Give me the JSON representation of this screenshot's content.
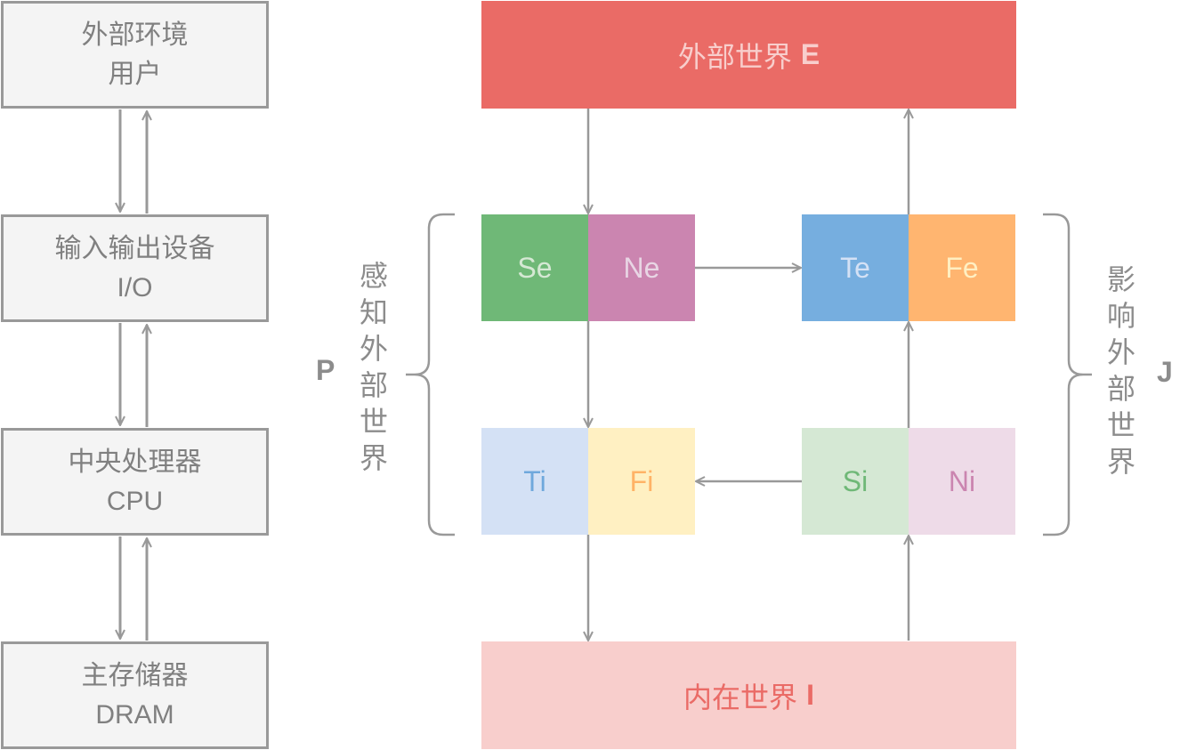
{
  "left_stack": {
    "boxes": [
      {
        "line1": "外部环境",
        "line2": "用户"
      },
      {
        "line1": "输入输出设备",
        "line2": "I/O"
      },
      {
        "line1": "中央处理器",
        "line2": "CPU"
      },
      {
        "line1": "主存储器",
        "line2": "DRAM"
      }
    ]
  },
  "outer_world": {
    "label": "外部世界",
    "letter": "E",
    "color": "#ea6b66",
    "text_color": "#f8cecc"
  },
  "inner_world": {
    "label": "内在世界",
    "letter": "I",
    "color": "#f8cecc",
    "text_color": "#ea6b66"
  },
  "functions": {
    "Se": {
      "label": "Se",
      "bg": "#6fb877",
      "fg": "#d5e8d4"
    },
    "Ne": {
      "label": "Ne",
      "bg": "#cb85b0",
      "fg": "#e8d5e4"
    },
    "Te": {
      "label": "Te",
      "bg": "#76aedf",
      "fg": "#d4e1f5"
    },
    "Fe": {
      "label": "Fe",
      "bg": "#ffb570",
      "fg": "#ffefc2"
    },
    "Ti": {
      "label": "Ti",
      "bg": "#d4e1f5",
      "fg": "#6fa8dc"
    },
    "Fi": {
      "label": "Fi",
      "bg": "#fff0c2",
      "fg": "#ffb366"
    },
    "Si": {
      "label": "Si",
      "bg": "#d5e8d4",
      "fg": "#6fb877"
    },
    "Ni": {
      "label": "Ni",
      "bg": "#eedbe8",
      "fg": "#cb85b0"
    }
  },
  "perception": {
    "letter": "P",
    "vertical_text": [
      "感",
      "知",
      "外",
      "部",
      "世",
      "界"
    ]
  },
  "judgement": {
    "letter": "J",
    "vertical_text": [
      "影",
      "响",
      "外",
      "部",
      "世",
      "界"
    ]
  },
  "colors": {
    "line": "#999999",
    "gray_text": "#8c8c8c"
  }
}
